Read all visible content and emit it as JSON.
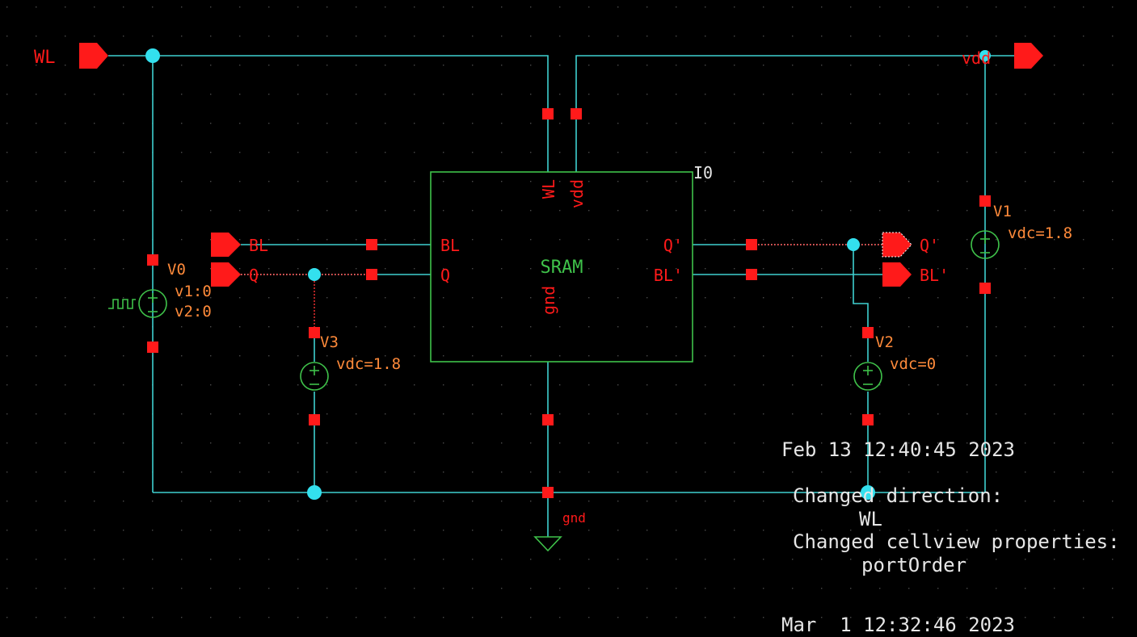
{
  "colors": {
    "background": "#000000",
    "grid_dot": "#4a4a4a",
    "wire": "#3fd0d0",
    "pin": "#ff1a1a",
    "junction": "#33e0ee",
    "symbol": "#3fc24a",
    "label": "#ff1a1a",
    "param": "#ff8a3a",
    "note": "#e6e6e6",
    "selected_wire": "#ff3333"
  },
  "pins": {
    "wl": "WL",
    "vdd": "vdd",
    "bl": "BL",
    "q": "Q",
    "q_bar": "Q'",
    "bl_bar": "BL'"
  },
  "instance": {
    "name": "I0",
    "cell": "SRAM",
    "ports": {
      "wl": "WL",
      "vdd": "vdd",
      "bl": "BL",
      "q": "Q",
      "q_bar": "Q'",
      "bl_bar": "BL'",
      "gnd": "gnd"
    }
  },
  "sources": {
    "v0": {
      "name": "V0",
      "param1": "v1:0",
      "param2": "v2:0",
      "icon": "pulse-source-icon"
    },
    "v1": {
      "name": "V1",
      "param": "vdc=1.8",
      "icon": "dc-source-icon"
    },
    "v2": {
      "name": "V2",
      "param": "vdc=0",
      "icon": "dc-source-icon"
    },
    "v3": {
      "name": "V3",
      "param": "vdc=1.8",
      "icon": "dc-source-icon"
    }
  },
  "ground": {
    "label": "gnd",
    "icon": "ground-icon"
  },
  "notes": {
    "date1": "Feb 13 12:40:45 2023",
    "line1": "Changed direction:",
    "line2": "WL",
    "line3": "Changed cellview properties:",
    "line4": "portOrder",
    "date2": "Mar  1 12:32:46 2023"
  }
}
